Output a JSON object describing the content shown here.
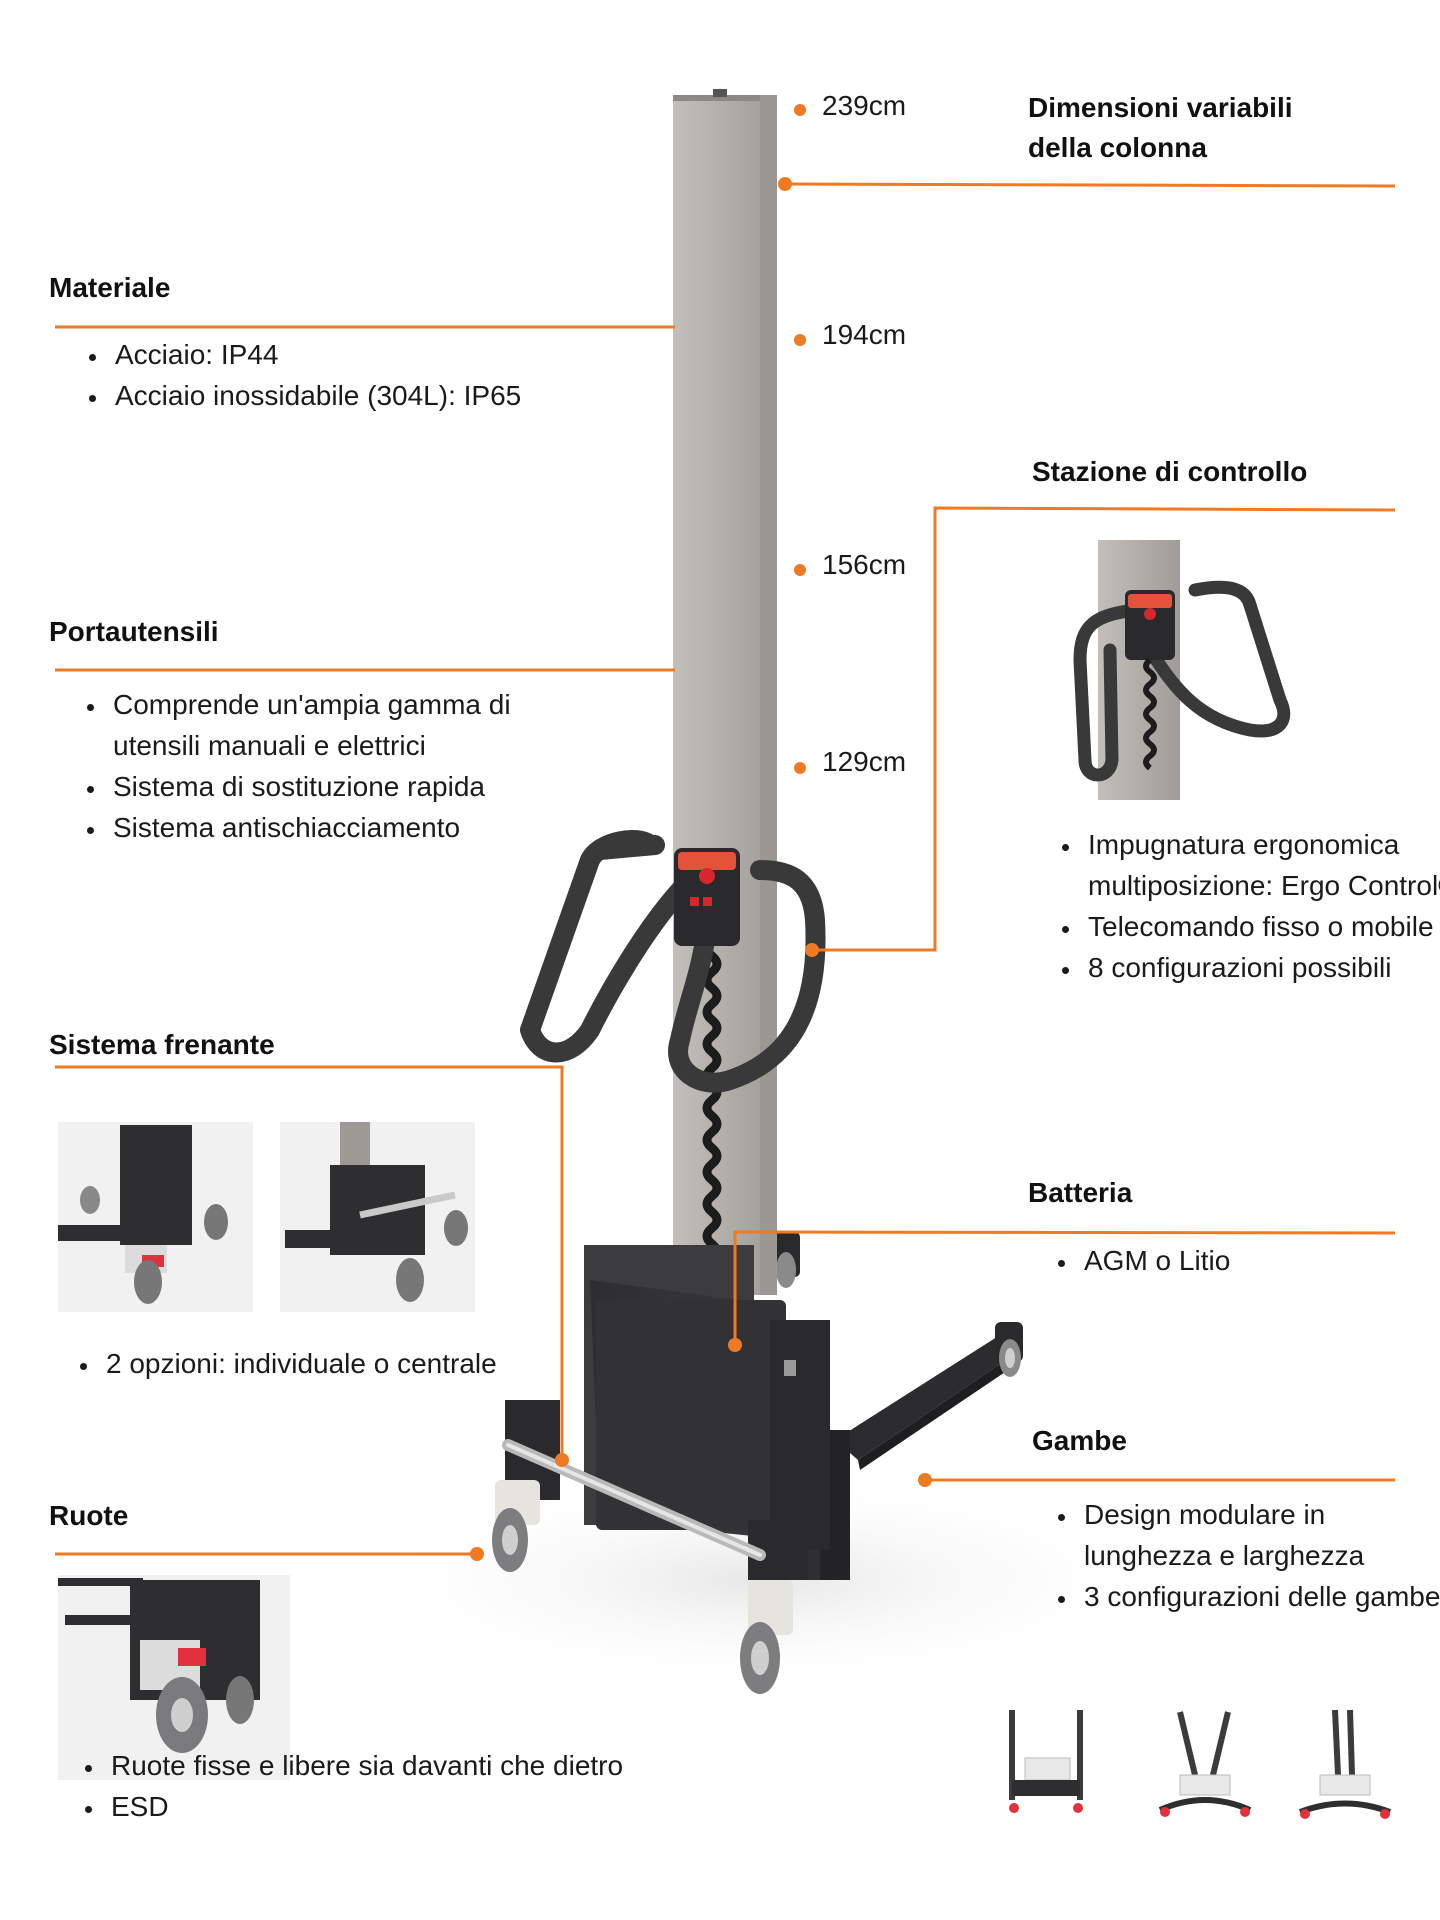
{
  "colors": {
    "accent": "#f07a24",
    "column": "#aeaba7",
    "frame_dark": "#2b2b2d",
    "handle": "#3a3a3a",
    "wheel_grey": "#8a8a8a",
    "brake_red": "#e2313e"
  },
  "height_markers": [
    "239cm",
    "194cm",
    "156cm",
    "129cm"
  ],
  "sections": {
    "dimensioni": {
      "title_line1": "Dimensioni variabili",
      "title_line2": "della colonna"
    },
    "materiale": {
      "title": "Materiale",
      "items": [
        "Acciaio: IP44",
        "Acciaio inossidabile (304L): IP65"
      ]
    },
    "portautensili": {
      "title": "Portautensili",
      "items": [
        "Comprende un'ampia gamma di utensili manuali e elettrici",
        "Sistema di sostituzione rapida",
        "Sistema antischiacciamento"
      ]
    },
    "stazione": {
      "title": "Stazione di controllo",
      "items": [
        "Impugnatura ergonomica multiposizione: Ergo Control®",
        "Telecomando fisso o mobile",
        "8 configurazioni possibili"
      ]
    },
    "freni": {
      "title": "Sistema frenante",
      "items": [
        "2 opzioni: individuale o centrale"
      ]
    },
    "batteria": {
      "title": "Batteria",
      "items": [
        "AGM o Litio"
      ]
    },
    "gambe": {
      "title": "Gambe",
      "items": [
        "Design modulare in lunghezza e larghezza",
        "3 configurazioni delle gambe"
      ]
    },
    "ruote": {
      "title": "Ruote",
      "items": [
        "Ruote fisse e libere sia davanti che dietro",
        "ESD"
      ]
    }
  }
}
